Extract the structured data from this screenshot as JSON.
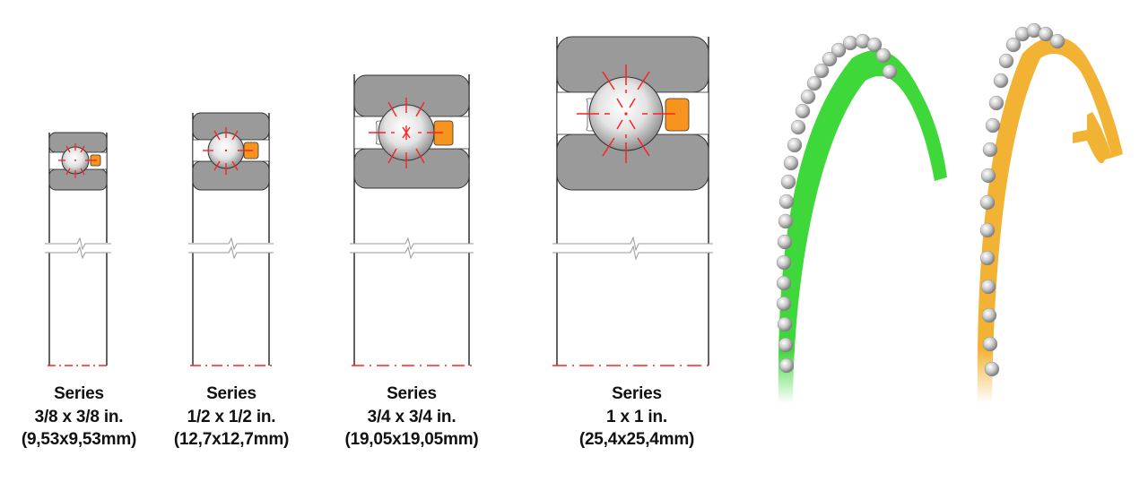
{
  "series": [
    {
      "title": "Series",
      "size_in": "3/8 x 3/8 in.",
      "size_mm": "(9,53x9,53mm)",
      "cx": 110
    },
    {
      "title": "Series",
      "size_in": "1/2 x 1/2 in.",
      "size_mm": "(12,7x12,7mm)",
      "cx": 260
    },
    {
      "title": "Series",
      "size_in": "3/4 x 3/4 in.",
      "size_mm": "(19,05x19,05mm)",
      "cx": 460
    },
    {
      "title": "Series",
      "size_in": "1 x 1 in.",
      "size_mm": "(25,4x25,4mm)",
      "cx": 710
    }
  ],
  "colors": {
    "ring_fill": "#9a9a9a",
    "outline": "#222222",
    "centerline": "#ff2020",
    "cage": "#f7941d",
    "cage_green": "#3fd83a",
    "cage_gold": "#f2b233",
    "ball": "#d8d8d8"
  },
  "photos": [
    {
      "name": "green-cage-bearing",
      "material": "green"
    },
    {
      "name": "gold-cage-bearing",
      "material": "gold"
    }
  ]
}
